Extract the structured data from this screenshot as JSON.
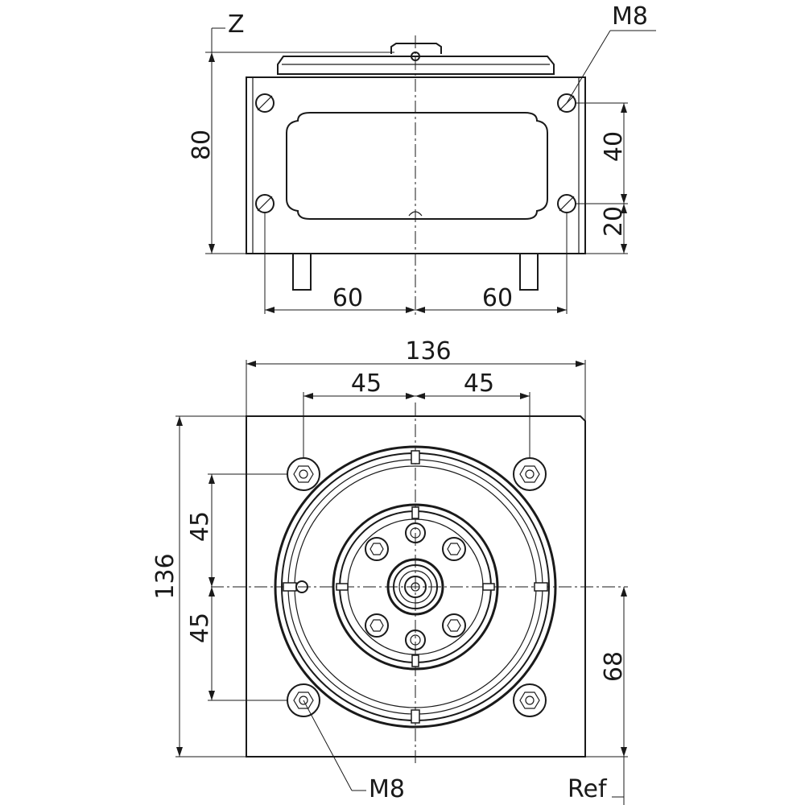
{
  "labels": {
    "z": "Z",
    "m8_top": "M8",
    "m8_bottom": "M8",
    "ref": "Ref",
    "height_80": "80",
    "dim_40": "40",
    "dim_20": "20",
    "dim_60_left": "60",
    "dim_60_right": "60",
    "width_136": "136",
    "dim_45_top_left": "45",
    "dim_45_top_right": "45",
    "height_136": "136",
    "dim_45_left_upper": "45",
    "dim_45_left_lower": "45",
    "dim_68": "68"
  },
  "colors": {
    "line": "#1a1a1a",
    "background": "#ffffff"
  }
}
